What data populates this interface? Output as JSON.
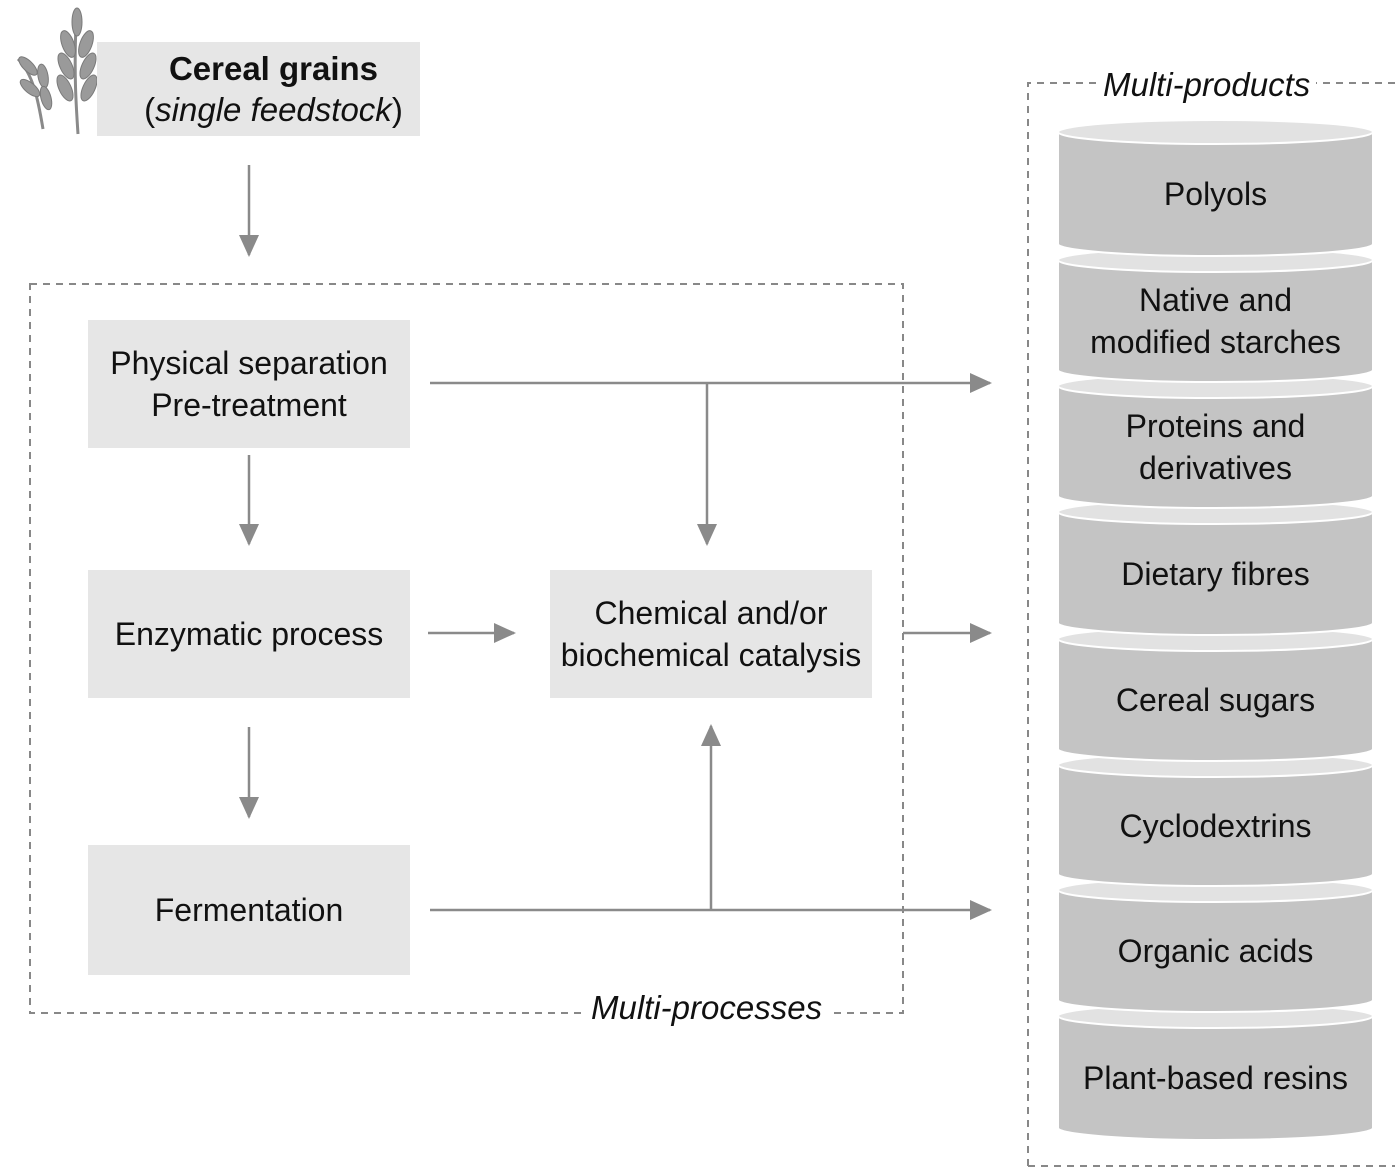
{
  "feedstock": {
    "title": "Cereal grains",
    "subtitle_open": "(",
    "subtitle_text": "single feedstock",
    "subtitle_close": ")",
    "icon": "wheat-icon"
  },
  "processes": {
    "label": "Multi-processes",
    "physical_line1": "Physical separation",
    "physical_line2": "Pre-treatment",
    "enzymatic": "Enzymatic process",
    "fermentation": "Fermentation",
    "catalysis_line1": "Chemical and/or",
    "catalysis_line2": "biochemical catalysis"
  },
  "products": {
    "label": "Multi-products",
    "items": [
      {
        "line1": "Polyols",
        "line2": ""
      },
      {
        "line1": "Native and",
        "line2": "modified starches"
      },
      {
        "line1": "Proteins and",
        "line2": "derivatives"
      },
      {
        "line1": "Dietary fibres",
        "line2": ""
      },
      {
        "line1": "Cereal sugars",
        "line2": ""
      },
      {
        "line1": "Cyclodextrins",
        "line2": ""
      },
      {
        "line1": "Organic acids",
        "line2": ""
      },
      {
        "line1": "Plant-based resins",
        "line2": ""
      }
    ]
  },
  "colors": {
    "box_fill": "#e6e6e6",
    "cylinder_fill": "#c4c4c4",
    "cylinder_top": "#e2e2e2",
    "arrow": "#8a8a8a",
    "dashed_border": "#888888"
  }
}
